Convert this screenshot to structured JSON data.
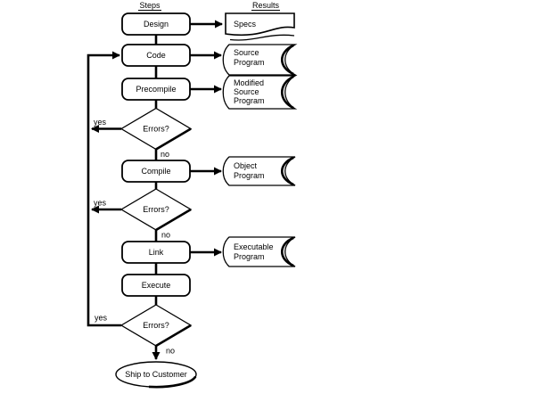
{
  "columns": {
    "steps": "Steps",
    "results": "Results"
  },
  "steps": [
    {
      "id": "design",
      "label": "Design"
    },
    {
      "id": "code",
      "label": "Code"
    },
    {
      "id": "precompile",
      "label": "Precompile"
    },
    {
      "id": "compile",
      "label": "Compile"
    },
    {
      "id": "link",
      "label": "Link"
    },
    {
      "id": "execute",
      "label": "Execute"
    }
  ],
  "decisions": [
    {
      "label": "Errors?",
      "yes": "yes",
      "no": "no"
    },
    {
      "label": "Errors?",
      "yes": "yes",
      "no": "no"
    },
    {
      "label": "Errors?",
      "yes": "yes",
      "no": "no"
    }
  ],
  "terminal": {
    "label": "Ship to Customer"
  },
  "results": [
    {
      "id": "specs",
      "lines": [
        "Specs"
      ]
    },
    {
      "id": "source-program",
      "lines": [
        "Source",
        "Program"
      ]
    },
    {
      "id": "modified-source-program",
      "lines": [
        "Modified",
        "Source",
        "Program"
      ]
    },
    {
      "id": "object-program",
      "lines": [
        "Object",
        "Program"
      ]
    },
    {
      "id": "executable-program",
      "lines": [
        "Executable",
        "Program"
      ]
    }
  ],
  "colors": {
    "ink": "#000000",
    "paper": "#ffffff"
  }
}
